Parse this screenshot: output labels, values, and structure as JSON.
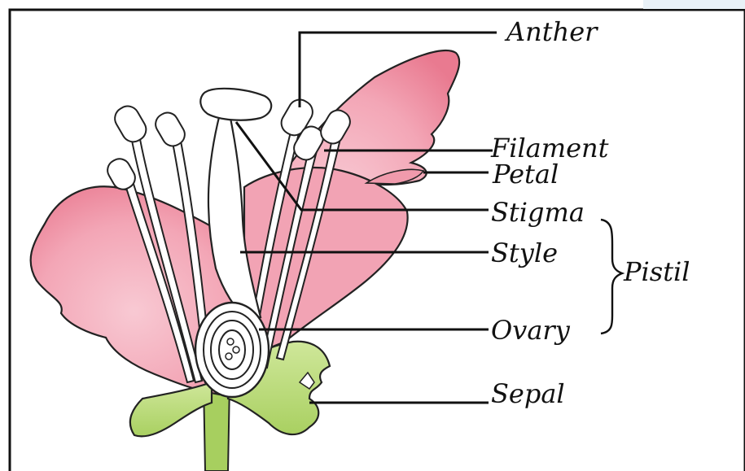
{
  "labels": {
    "anther": "Anther",
    "filament": "Filament",
    "petal": "Petal",
    "stigma": "Stigma",
    "style": "Style",
    "pistil": "Pistil",
    "ovary": "Ovary",
    "sepal": "Sepal"
  },
  "colors": {
    "petal": "#ee8a9e",
    "petal_light": "#f5b6c3",
    "sepal": "#b9dc7a",
    "stalk": "#a7cf5f",
    "outline": "#222222",
    "frame": "#111111"
  }
}
